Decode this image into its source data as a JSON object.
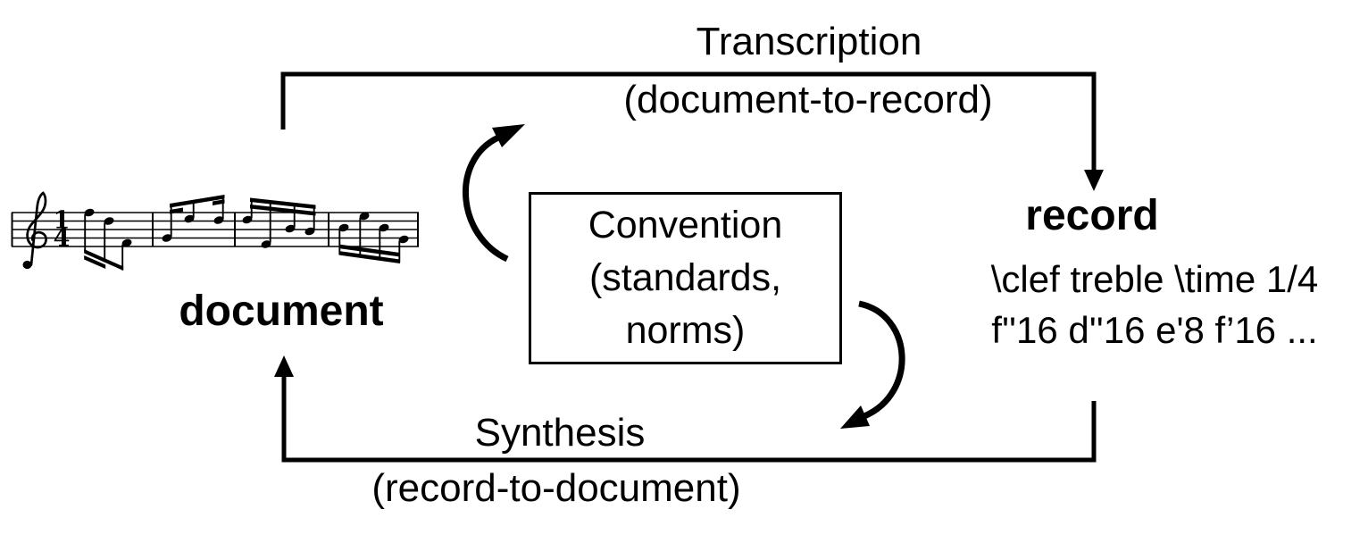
{
  "diagram": {
    "top_flow": {
      "title": "Transcription",
      "subtitle": "(document-to-record)"
    },
    "bottom_flow": {
      "title": "Synthesis",
      "subtitle": "(record-to-document)"
    },
    "left_node": {
      "label": "document"
    },
    "right_node": {
      "label": "record",
      "code_line1": "\\clef treble \\time 1/4",
      "code_line2": "f''16 d''16 e'8 f’16 ..."
    },
    "convention_box": {
      "line1": "Convention",
      "line2": "(standards,",
      "line3": "norms)"
    }
  },
  "music": {
    "time_signature_top": "1",
    "time_signature_bottom": "4"
  },
  "colors": {
    "ink": "#000000",
    "background": "#ffffff"
  }
}
